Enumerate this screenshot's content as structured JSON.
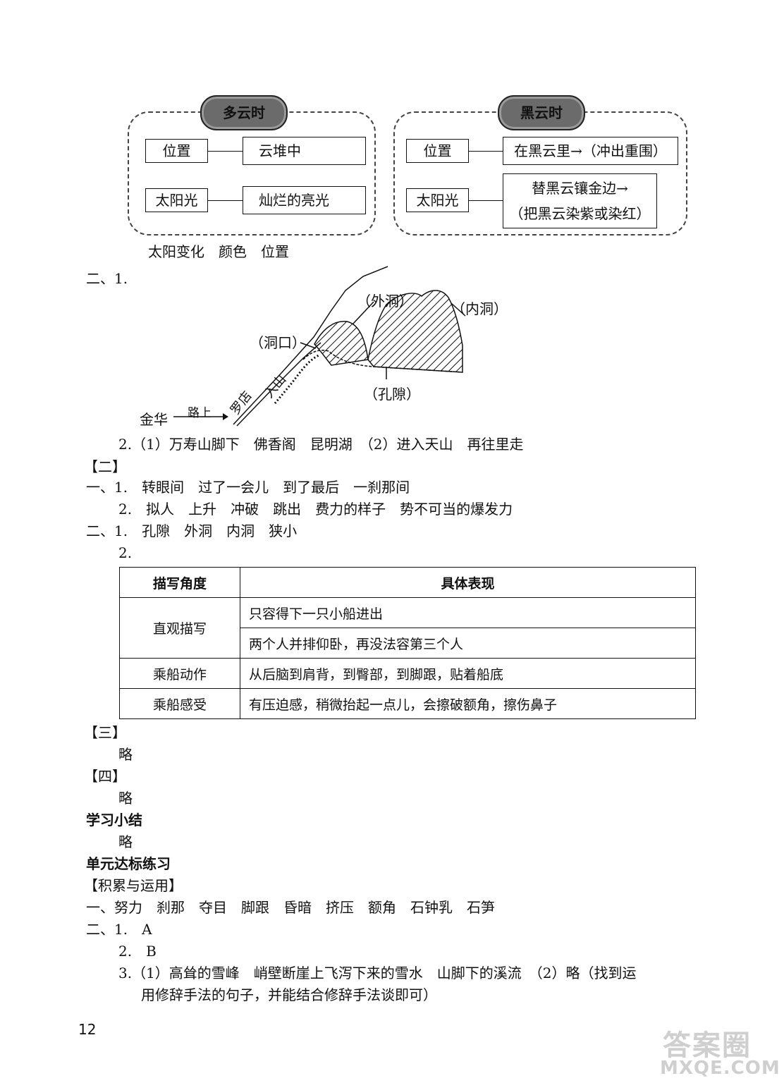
{
  "diagram_left": {
    "title": "多云时",
    "rows": [
      {
        "label": "位置",
        "value": "云堆中"
      },
      {
        "label": "太阳光",
        "value": "灿烂的亮光"
      }
    ]
  },
  "diagram_right": {
    "title": "黑云时",
    "rows": [
      {
        "label": "位置",
        "value": "在黑云里→（冲出重围）"
      },
      {
        "label": "太阳光",
        "value_line1": "替黑云镶金边→",
        "value_line2": "（把黑云染紫或染红）"
      }
    ]
  },
  "line_sun_change": "太阳变化　颜色　位置",
  "q2_1_label": "二、1.",
  "cave": {
    "outer": "（外洞）",
    "inner": "（内洞）",
    "mouth": "（洞口）",
    "gap": "（孔隙）",
    "start": "金华",
    "road": "路上",
    "luodian": "罗店",
    "enter": "入山"
  },
  "q2_2": "2.（1）万寿山脚下　佛香阁　昆明湖　（2）进入天山　再往里走",
  "sec2": "【二】",
  "s2_q1_1": "一、1.　转眼间　过了一会儿　到了最后　一刹那间",
  "s2_q1_2": "2.　拟人　上升　冲破　跳出　费力的样子　势不可当的爆发力",
  "s2_q2_1": "二、1.　孔隙　外洞　内洞　狭小",
  "s2_q2_2": "2.",
  "table": {
    "head_angle": "描写角度",
    "head_detail": "具体表现",
    "r1_angle": "直观描写",
    "r1_a": "只容得下一只小船进出",
    "r1_b": "两个人并排仰卧，再没法容第三个人",
    "r2_angle": "乘船动作",
    "r2_detail": "从后脑到肩背，到臀部，到脚跟，贴着船底",
    "r3_angle": "乘船感受",
    "r3_detail": "有压迫感，稍微抬起一点儿，会擦破额角，擦伤鼻子"
  },
  "sec3": "【三】",
  "lue1": "略",
  "sec4": "【四】",
  "lue2": "略",
  "summary": "学习小结",
  "lue3": "略",
  "unit": "单元达标练习",
  "jilei": "【积累与运用】",
  "u_q1": "一、努力　刹那　夺目　脚跟　昏暗　挤压　额角　石钟乳　石笋",
  "u_q2_1": "二、1.　A",
  "u_q2_2": "2.　B",
  "u_q2_3a": "3.（1）高耸的雪峰　峭壁断崖上飞泻下来的雪水　山脚下的溪流　（2）略（找到运",
  "u_q2_3b": "用修辞手法的句子，并能结合修辞手法谈即可）",
  "page_number": "12",
  "watermark_top": "答案圈",
  "watermark_bottom": "MXQE.COM"
}
